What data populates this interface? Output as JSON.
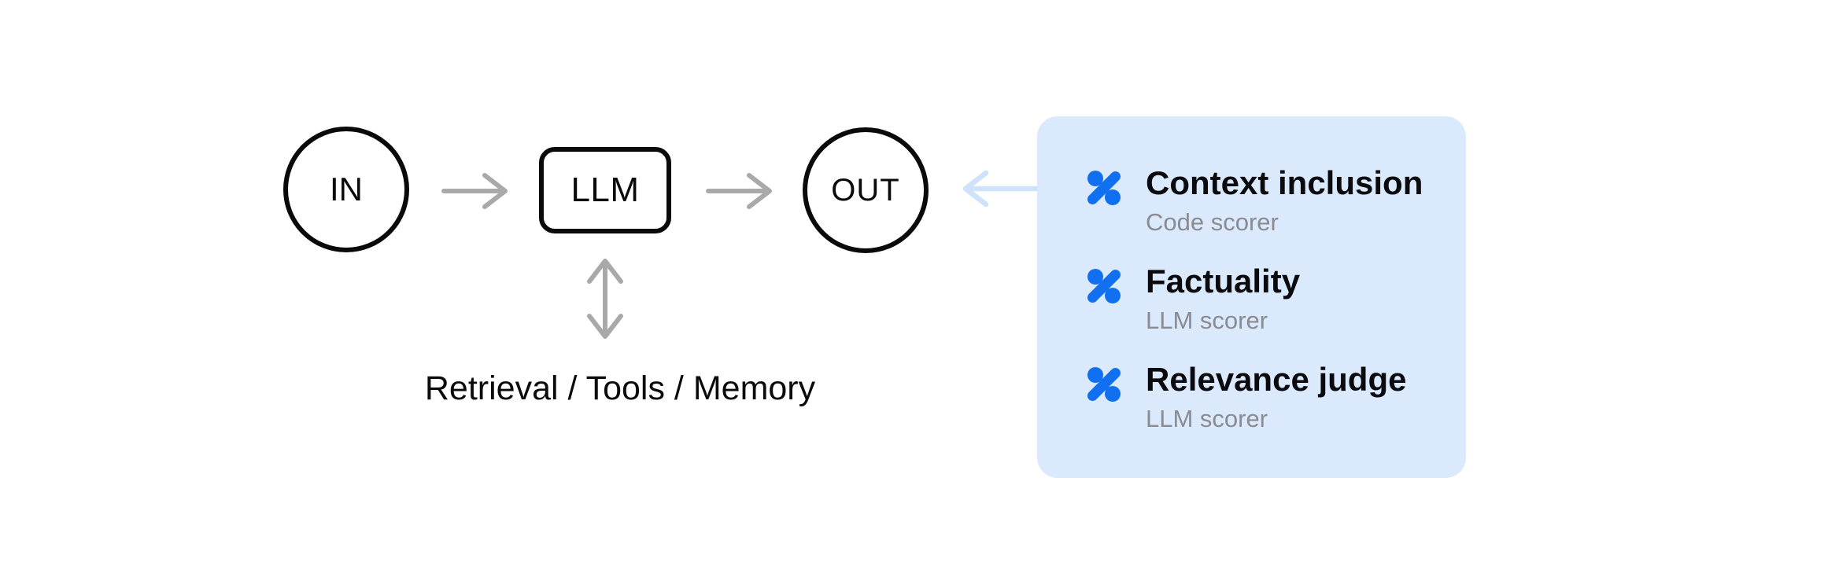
{
  "diagram": {
    "nodes": {
      "input": {
        "label": "IN"
      },
      "llm": {
        "label": "LLM"
      },
      "output": {
        "label": "OUT"
      }
    },
    "bottom_label": "Retrieval / Tools / Memory",
    "arrows": [
      "in-to-llm",
      "llm-to-out",
      "llm-tools-bidirectional",
      "scorers-to-out"
    ]
  },
  "scorers_panel": {
    "items": [
      {
        "title": "Context inclusion",
        "subtitle": "Code scorer"
      },
      {
        "title": "Factuality",
        "subtitle": "LLM scorer"
      },
      {
        "title": "Relevance judge",
        "subtitle": "LLM scorer"
      }
    ],
    "icon": "percent-scorer-icon",
    "icon_color": "#1170F0",
    "panel_bg": "#dbe9fd"
  },
  "colors": {
    "node_stroke": "#0a0a0a",
    "arrow_gray": "#a9a9a9",
    "arrow_light_blue": "#cfe2fb",
    "title_text": "#0b0b0f",
    "subtitle_text": "#8a8b90",
    "background": "#ffffff"
  }
}
